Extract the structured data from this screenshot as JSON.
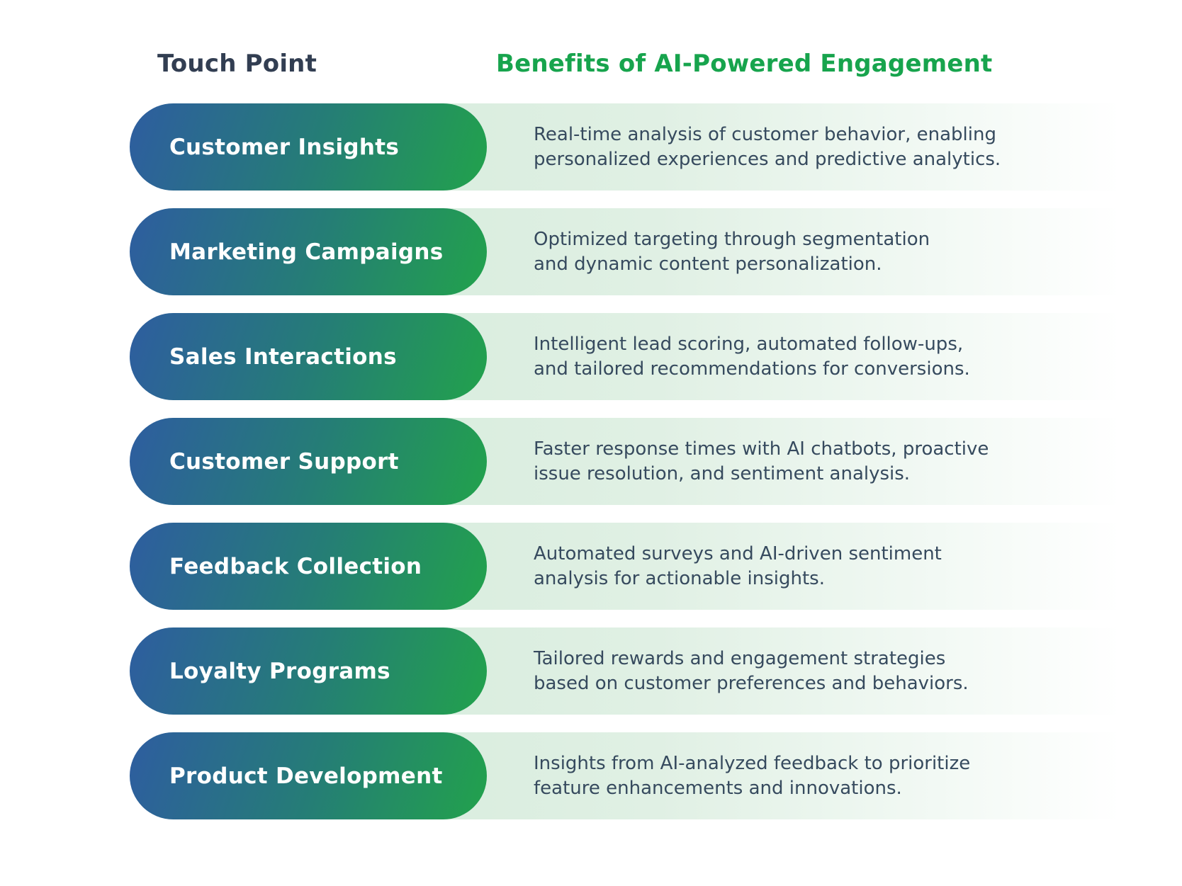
{
  "title": "AI-Powered Engagement touch point benefits table",
  "colors": {
    "header_dark": "#323e52",
    "header_green": "#17a44d",
    "pill_blue": "#2e5da0",
    "pill_green": "#22a24c",
    "stripe_green": "#d6ecdc",
    "body_text": "#364a5e"
  },
  "header": {
    "col1": "Touch Point",
    "col2": "Benefits of AI-Powered Engagement"
  },
  "rows": [
    {
      "touch_point": "Customer Insights",
      "benefit": "Real-time analysis of customer behavior, enabling personalized experiences and predictive analytics.",
      "benefit_lines": [
        "Real-time analysis of customer behavior, enabling",
        "personalized experiences and predictive analytics."
      ]
    },
    {
      "touch_point": "Marketing Campaigns",
      "benefit": "Optimized targeting through segmentation and dynamic content personalization.",
      "benefit_lines": [
        "Optimized targeting through segmentation",
        "and dynamic content personalization."
      ]
    },
    {
      "touch_point": "Sales Interactions",
      "benefit": "Intelligent lead scoring, automated follow-ups, and tailored recommendations for conversions.",
      "benefit_lines": [
        "Intelligent lead scoring, automated follow-ups,",
        "and tailored recommendations for conversions."
      ]
    },
    {
      "touch_point": "Customer Support",
      "benefit": "Faster response times with AI chatbots, proactive issue resolution, and sentiment analysis.",
      "benefit_lines": [
        "Faster response times with AI chatbots, proactive",
        "issue resolution, and sentiment analysis."
      ]
    },
    {
      "touch_point": "Feedback Collection",
      "benefit": "Automated surveys and AI-driven sentiment analysis for actionable insights.",
      "benefit_lines": [
        "Automated surveys and AI-driven sentiment",
        "analysis for actionable insights."
      ]
    },
    {
      "touch_point": "Loyalty Programs",
      "benefit": "Tailored rewards and engagement strategies based on customer preferences and behaviors.",
      "benefit_lines": [
        "Tailored rewards and engagement strategies",
        "based on customer preferences and behaviors."
      ]
    },
    {
      "touch_point": "Product Development",
      "benefit": "Insights from AI-analyzed feedback to prioritize feature enhancements and innovations.",
      "benefit_lines": [
        "Insights from AI-analyzed feedback to prioritize",
        "feature enhancements and innovations."
      ]
    }
  ]
}
